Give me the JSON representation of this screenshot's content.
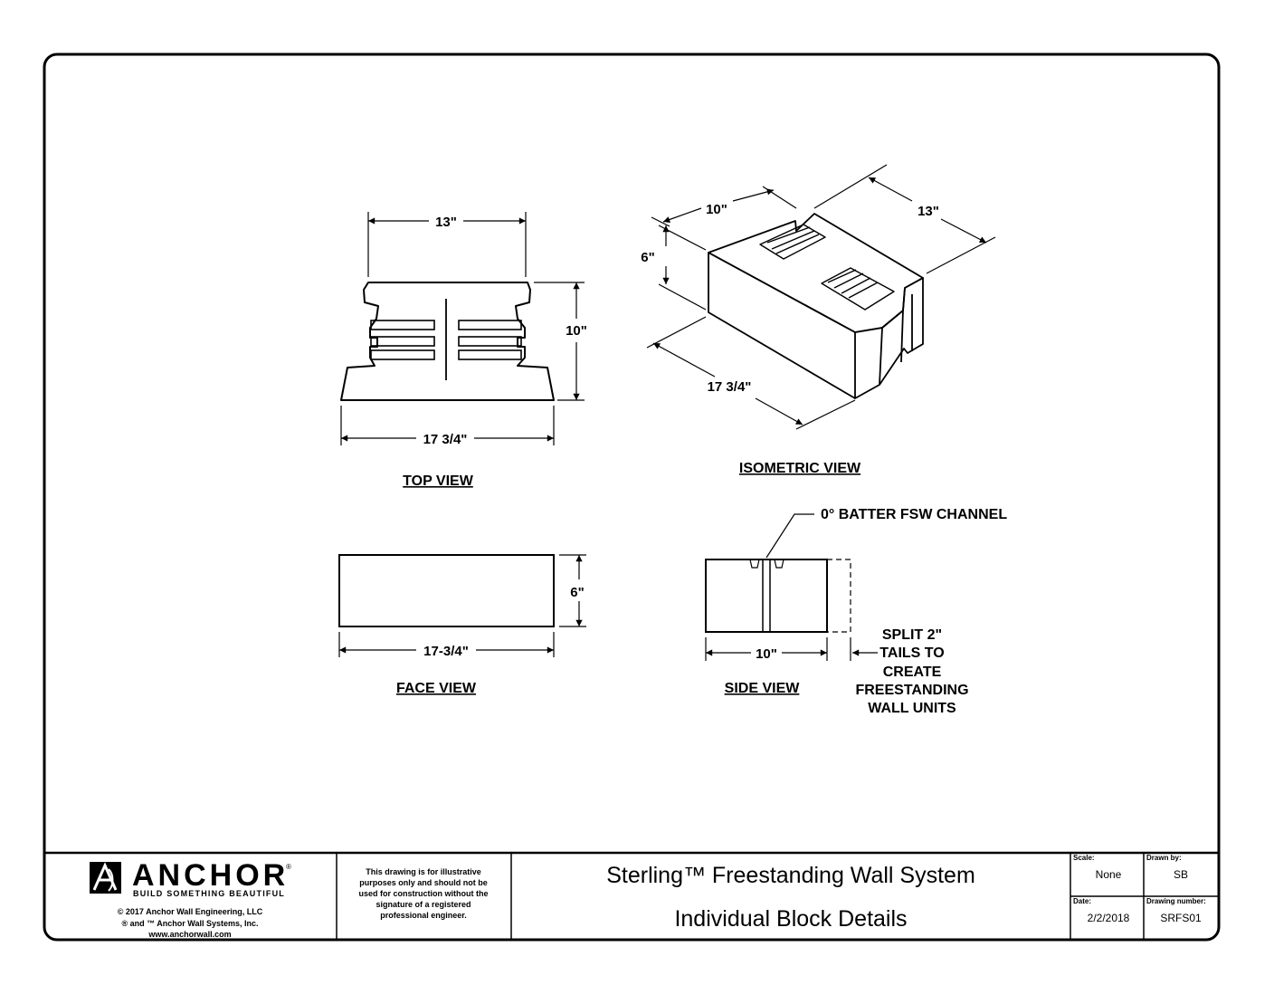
{
  "views": {
    "top": {
      "label": "TOP VIEW",
      "dim_width_top": "13\"",
      "dim_width_bottom": "17 3/4\"",
      "dim_depth": "10\""
    },
    "isometric": {
      "label": "ISOMETRIC VIEW",
      "dim_depth": "10\"",
      "dim_back": "13\"",
      "dim_height": "6\"",
      "dim_length": "17 3/4\""
    },
    "face": {
      "label": "FACE VIEW",
      "dim_height": "6\"",
      "dim_length": "17-3/4\""
    },
    "side": {
      "label": "SIDE VIEW",
      "dim_depth": "10\"",
      "callout": "0° BATTER FSW CHANNEL",
      "note_lines": [
        "SPLIT 2\"",
        "TAILS TO",
        "CREATE",
        "FREESTANDING",
        "WALL UNITS"
      ]
    }
  },
  "title_block": {
    "company": "ANCHOR",
    "tagline": "BUILD SOMETHING BEAUTIFUL",
    "copyright_lines": [
      "© 2017 Anchor Wall Engineering, LLC",
      "® and ™ Anchor Wall Systems, Inc.",
      "www.anchorwall.com"
    ],
    "disclaimer_lines": [
      "This drawing is for illustrative",
      "purposes only and should not be",
      "used for construction without the",
      "signature of a registered",
      "professional engineer."
    ],
    "title_line1": "Sterling™ Freestanding Wall System",
    "title_line2": "Individual Block Details",
    "scale_label": "Scale:",
    "scale_value": "None",
    "drawn_by_label": "Drawn by:",
    "drawn_by_value": "SB",
    "date_label": "Date:",
    "date_value": "2/2/2018",
    "drawing_number_label": "Drawing number:",
    "drawing_number_value": "SRFS01"
  }
}
